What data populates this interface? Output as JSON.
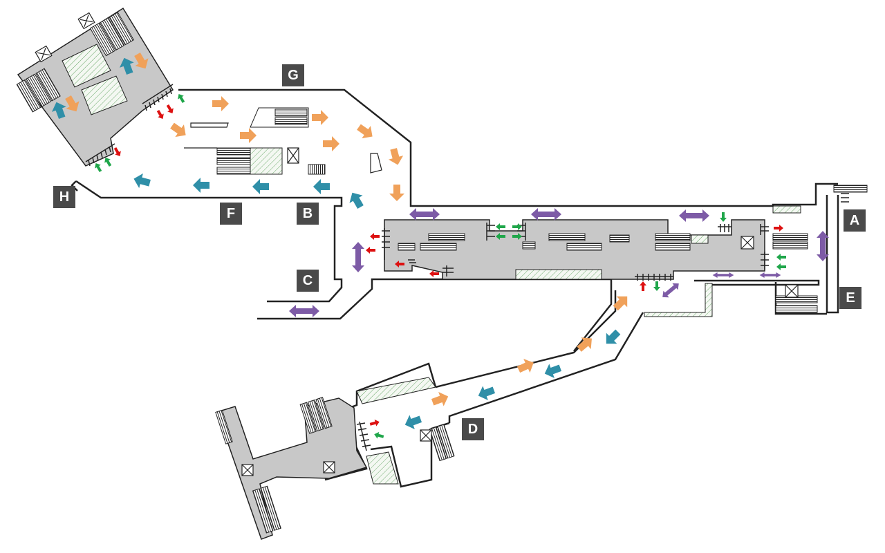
{
  "diagram": {
    "exits": [
      {
        "id": "exit-a",
        "label": "A"
      },
      {
        "id": "exit-b",
        "label": "B"
      },
      {
        "id": "exit-c",
        "label": "C"
      },
      {
        "id": "exit-d",
        "label": "D"
      },
      {
        "id": "exit-e",
        "label": "E"
      },
      {
        "id": "exit-f",
        "label": "F"
      },
      {
        "id": "exit-g",
        "label": "G"
      },
      {
        "id": "exit-h",
        "label": "H"
      }
    ],
    "colors": {
      "outline": "#222222",
      "platform_fill": "#c8c8c8",
      "hatch_green": "#6aa86a",
      "arrow_orange": "#f0a15a",
      "arrow_teal": "#2f8fa8",
      "arrow_purple": "#7d5ba6",
      "arrow_red": "#dd1111",
      "arrow_green": "#1fa64a",
      "badge_bg": "#4a4a4a",
      "badge_text": "#ffffff"
    },
    "legend_icons": [
      "escalator-icon",
      "elevator-icon",
      "stairs-icon",
      "turnstile-icon"
    ]
  }
}
